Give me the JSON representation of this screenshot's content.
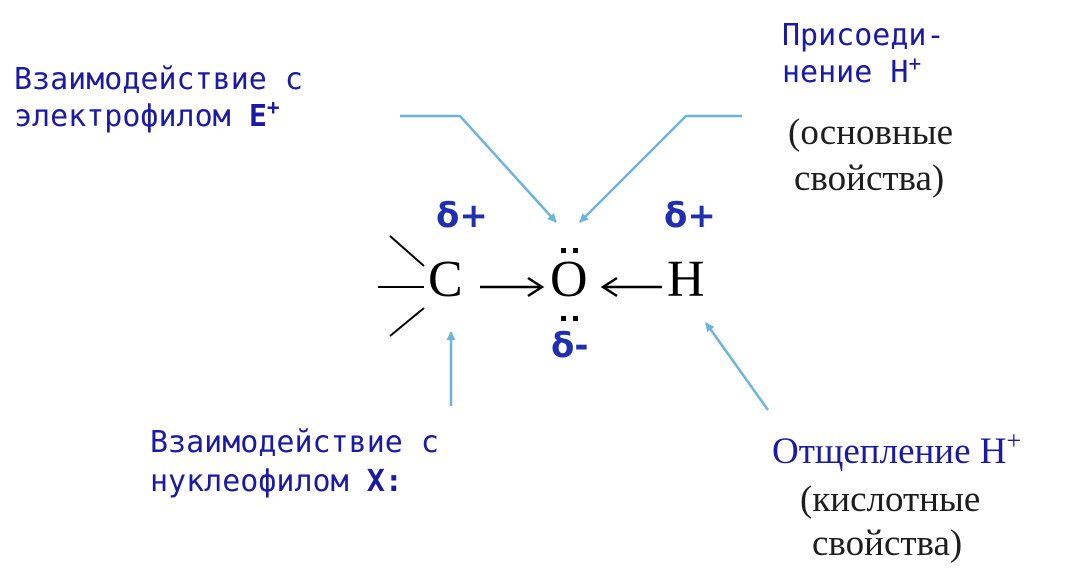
{
  "labels": {
    "electrophile_line1": "Взаимодействие с",
    "electrophile_line2": "электрофилом",
    "electrophile_reagent": "E",
    "electrophile_charge": "+",
    "protonation_line1": "Присоеди-",
    "protonation_line2": "нение H",
    "protonation_charge": "+",
    "protonation_line3": "(основные",
    "protonation_line4": "свойства)",
    "nucleophile_line1": "Взаимодействие с",
    "nucleophile_line2": "нуклеофилом",
    "nucleophile_reagent": "X:",
    "deprotonation_line1": "Отщепление H",
    "deprotonation_charge": "+",
    "deprotonation_line2": "(кислотные",
    "deprotonation_line3": "свойства)"
  },
  "molecule": {
    "carbon": "C",
    "oxygen": "O",
    "hydrogen": "H",
    "charge_carbon": "δ+",
    "charge_oxygen": "δ-",
    "charge_hydrogen": "δ+"
  },
  "colors": {
    "arrow": "#6cb4dc",
    "label_text": "#1a1aa6",
    "charge_text": "#1f2fb0",
    "bond": "#000000"
  }
}
